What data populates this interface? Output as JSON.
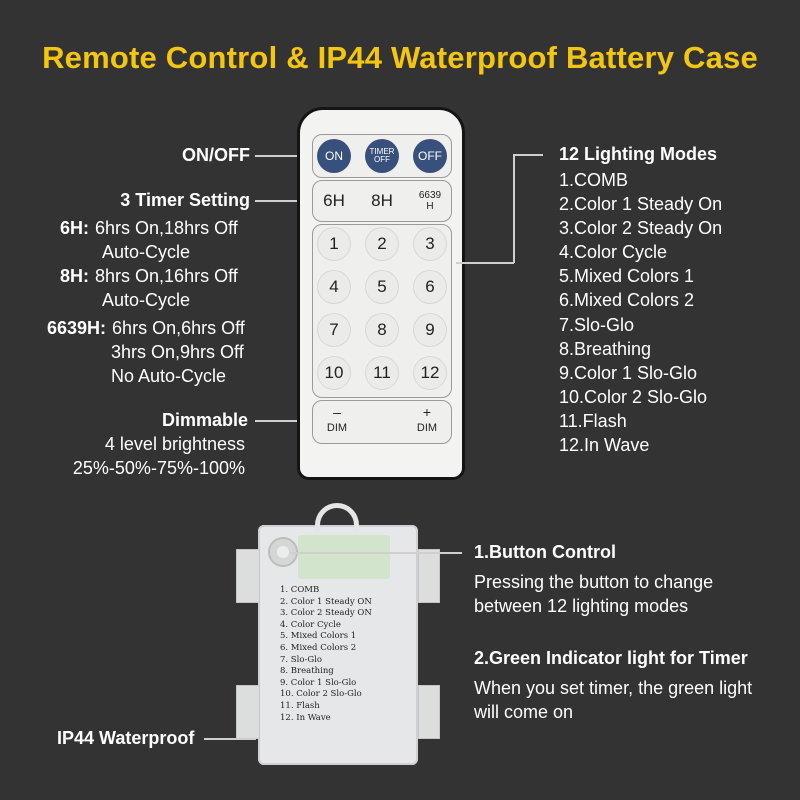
{
  "title": "Remote Control & IP44 Waterproof Battery Case",
  "left_labels": {
    "on_off": "ON/OFF",
    "timer_heading": "3 Timer Setting",
    "t6_key": "6H:",
    "t6_line1": "6hrs On,18hrs Off",
    "t6_line2": "Auto-Cycle",
    "t8_key": "8H:",
    "t8_line1": "8hrs On,16hrs Off",
    "t8_line2": "Auto-Cycle",
    "t6639_key": "6639H:",
    "t6639_line1": "6hrs On,6hrs Off",
    "t6639_line2": "3hrs On,9hrs Off",
    "t6639_line3": "No Auto-Cycle",
    "dimmable": "Dimmable",
    "dim_line1": "4 level brightness",
    "dim_line2": "25%-50%-75%-100%"
  },
  "modes": {
    "heading": "12 Lighting Modes",
    "items": [
      "1.COMB",
      "2.Color 1 Steady On",
      "3.Color 2 Steady On",
      "4.Color Cycle",
      "5.Mixed Colors 1",
      "6.Mixed Colors 2",
      "7.Slo-Glo",
      "8.Breathing",
      "9.Color 1 Slo-Glo",
      "10.Color 2 Slo-Glo",
      "11.Flash",
      "12.In Wave"
    ]
  },
  "remote": {
    "on": "ON",
    "timer_off_1": "TIMER",
    "timer_off_2": "OFF",
    "off": "OFF",
    "h6": "6H",
    "h8": "8H",
    "h6639_1": "6639",
    "h6639_2": "H",
    "nums": [
      "1",
      "2",
      "3",
      "4",
      "5",
      "6",
      "7",
      "8",
      "9",
      "10",
      "11",
      "12"
    ],
    "dim_minus": "–",
    "dim_plus": "+",
    "dim": "DIM"
  },
  "case_list": [
    "1. COMB",
    "2. Color 1 Steady ON",
    "3. Color 2 Steady ON",
    "4. Color Cycle",
    "5. Mixed Colors 1",
    "6. Mixed Colors 2",
    "7. Slo-Glo",
    "8. Breathing",
    "9. Color 1 Slo-Glo",
    "10. Color 2 Slo-Glo",
    "11. Flash",
    "12. In Wave"
  ],
  "button_control": {
    "heading": "1.Button Control",
    "line1": "Pressing the button to change",
    "line2": "between 12 lighting modes"
  },
  "indicator": {
    "heading": "2.Green Indicator light for Timer",
    "line1": "When you set timer, the green light",
    "line2": "will come on"
  },
  "waterproof": "IP44 Waterproof",
  "colors": {
    "title": "#f5c60f",
    "background": "#333333",
    "remote_blue": "#37507c"
  }
}
